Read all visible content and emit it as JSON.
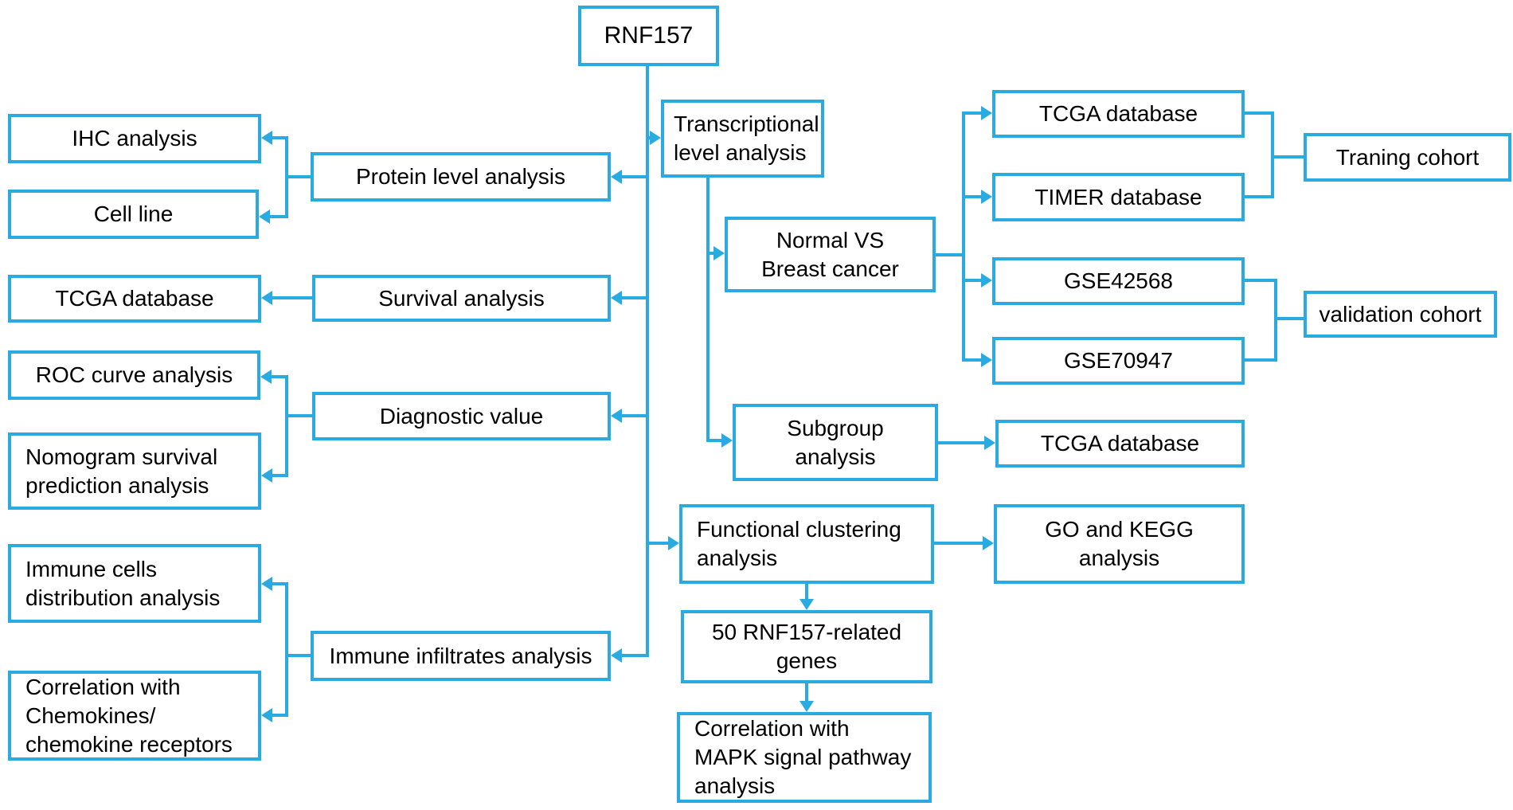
{
  "diagram": {
    "type": "flowchart",
    "accent_color": "#29abe2",
    "background_color": "#ffffff",
    "text_color": "#000000"
  },
  "boxes": {
    "rnf157": {
      "label": "RNF157"
    },
    "transcriptional": {
      "label": "Transcriptional\nlevel analysis"
    },
    "protein": {
      "label": "Protein level analysis"
    },
    "ihc": {
      "label": "IHC analysis"
    },
    "cell_line": {
      "label": "Cell line"
    },
    "survival": {
      "label": "Survival analysis"
    },
    "tcga_left": {
      "label": "TCGA database"
    },
    "diagnostic": {
      "label": "Diagnostic value"
    },
    "roc": {
      "label": "ROC curve analysis"
    },
    "nomogram": {
      "label": "Nomogram survival\nprediction analysis"
    },
    "immune_infiltrates": {
      "label": "Immune infiltrates analysis"
    },
    "immune_cells": {
      "label": "Immune cells\ndistribution analysis"
    },
    "chemokines": {
      "label": "Correlation with\nChemokines/\nchemokine receptors"
    },
    "normal_vs": {
      "label": "Normal VS\nBreast cancer"
    },
    "subgroup": {
      "label": "Subgroup\nanalysis"
    },
    "tcga_db": {
      "label": "TCGA database"
    },
    "timer_db": {
      "label": "TIMER database"
    },
    "gse42568": {
      "label": "GSE42568"
    },
    "gse70947": {
      "label": "GSE70947"
    },
    "training_cohort": {
      "label": "Traning cohort"
    },
    "validation_cohort": {
      "label": "validation cohort"
    },
    "tcga_subgroup": {
      "label": "TCGA database"
    },
    "functional": {
      "label": "Functional clustering\nanalysis"
    },
    "go_kegg": {
      "label": "GO and KEGG\nanalysis"
    },
    "genes50": {
      "label": "50 RNF157-related\ngenes"
    },
    "mapk": {
      "label": "Correlation with\nMAPK signal pathway\nanalysis"
    }
  },
  "edges": [
    {
      "from": "rnf157",
      "to": "transcriptional"
    },
    {
      "from": "rnf157",
      "to": "protein"
    },
    {
      "from": "rnf157",
      "to": "survival"
    },
    {
      "from": "rnf157",
      "to": "diagnostic"
    },
    {
      "from": "rnf157",
      "to": "functional"
    },
    {
      "from": "rnf157",
      "to": "immune_infiltrates"
    },
    {
      "from": "protein",
      "to": "ihc"
    },
    {
      "from": "protein",
      "to": "cell_line"
    },
    {
      "from": "survival",
      "to": "tcga_left"
    },
    {
      "from": "diagnostic",
      "to": "roc"
    },
    {
      "from": "diagnostic",
      "to": "nomogram"
    },
    {
      "from": "immune_infiltrates",
      "to": "immune_cells"
    },
    {
      "from": "immune_infiltrates",
      "to": "chemokines"
    },
    {
      "from": "transcriptional",
      "to": "normal_vs"
    },
    {
      "from": "transcriptional",
      "to": "subgroup"
    },
    {
      "from": "normal_vs",
      "to": "tcga_db"
    },
    {
      "from": "normal_vs",
      "to": "timer_db"
    },
    {
      "from": "normal_vs",
      "to": "gse42568"
    },
    {
      "from": "normal_vs",
      "to": "gse70947"
    },
    {
      "from": "tcga_db",
      "to": "training_cohort"
    },
    {
      "from": "timer_db",
      "to": "training_cohort"
    },
    {
      "from": "gse42568",
      "to": "validation_cohort"
    },
    {
      "from": "gse70947",
      "to": "validation_cohort"
    },
    {
      "from": "subgroup",
      "to": "tcga_subgroup"
    },
    {
      "from": "functional",
      "to": "go_kegg"
    },
    {
      "from": "functional",
      "to": "genes50"
    },
    {
      "from": "genes50",
      "to": "mapk"
    }
  ]
}
